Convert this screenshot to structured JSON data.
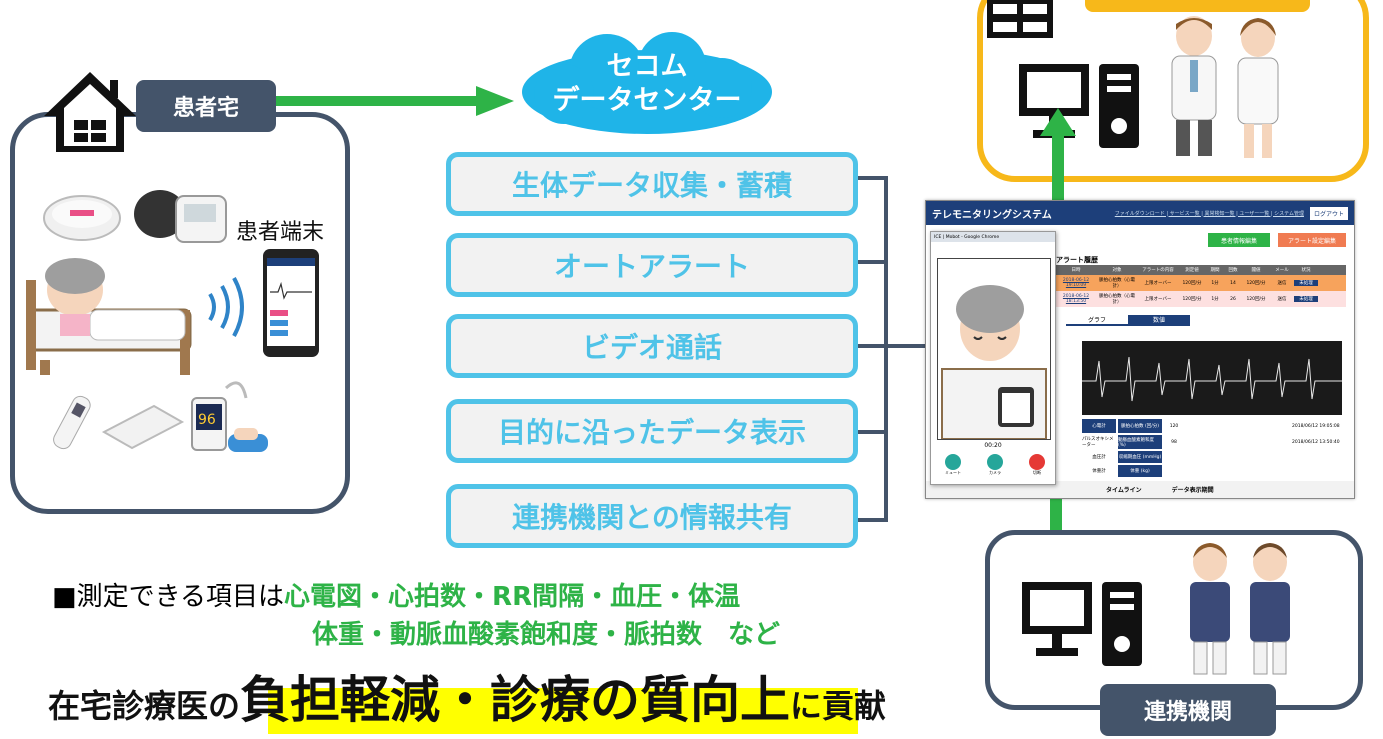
{
  "home": {
    "label": "患者宅",
    "terminal_label": "患者端末",
    "icon": "house-icon"
  },
  "datacenter": {
    "line1": "セコム",
    "line2": "データセンター",
    "icon": "cloud-shape"
  },
  "features": [
    "生体データ収集・蓄積",
    "オートアラート",
    "ビデオ通話",
    "目的に沿ったデータ表示",
    "連携機関との情報共有"
  ],
  "partner": {
    "label": "連携機関"
  },
  "note": {
    "prefix": "■測定できる項目は",
    "items_line1": "心電図・心拍数・RR間隔・血圧・体温",
    "items_line2": "体重・動脈血酸素飽和度・脈拍数　など"
  },
  "headline": {
    "prefix": "在宅診療医の",
    "emphasis": "負担軽減・診療の質向上",
    "suffix": "に貢献"
  },
  "screenshot": {
    "app_title": "テレモニタリングシステム",
    "header_links": "ファイルダウンロード | サービス一覧 | 異常検知一覧 | ユーザー一覧 | システム管理",
    "logout": "ログアウト",
    "alert_title": "アラート履歴",
    "table_headers": [
      "日時",
      "対象",
      "アラートの内容",
      "測定値",
      "期間",
      "回数",
      "閾値",
      "メール",
      "状況"
    ],
    "rows": [
      [
        "2018-06-12 19:10:09",
        "脈拍心拍数（心電計）",
        "上限オーバー",
        "120回/分",
        "1分",
        "14",
        "120回/分",
        "送信",
        "未処理"
      ],
      [
        "2018-06-12 18:13:50",
        "脈拍心拍数（心電計）",
        "上限オーバー",
        "120回/分",
        "1分",
        "26",
        "120回/分",
        "送信",
        "未処理"
      ]
    ],
    "tabs": [
      "グラフ",
      "数値"
    ],
    "btn_patient": "患者情報編集",
    "btn_alert": "アラート設定編集",
    "video_window_title": "ICE | Mobot - Google Chrome",
    "call_time": "00:20",
    "call_buttons": [
      "ミュート",
      "カメラ",
      "切断"
    ],
    "timeline_label": "タイムライン",
    "data_method_label": "データ表示期間",
    "vitals": [
      [
        "心電計",
        "脈拍心拍数 (回/分)",
        "120"
      ],
      [
        "パルスオキシメーター",
        "動脈血酸素飽和度 (%)",
        "98"
      ],
      [
        "血圧計",
        "収縮期血圧 (mmHg)",
        ""
      ],
      [
        "体重計",
        "体重 (kg)",
        ""
      ]
    ],
    "dates": [
      "2018/06/12 19:05:08",
      "2018/06/12 13:50:40"
    ]
  },
  "colors": {
    "navy": "#44546a",
    "cyan": "#4fc3e8",
    "green": "#2eb347",
    "orange": "#f7b81a",
    "cloud": "#1fb4e8",
    "yellow": "#ffff00"
  }
}
